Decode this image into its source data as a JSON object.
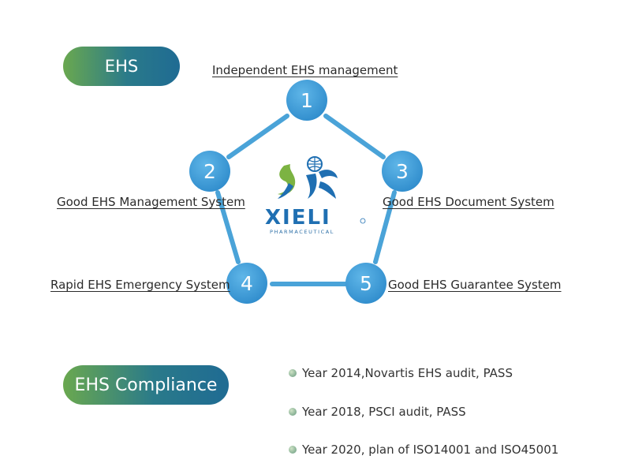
{
  "header_pill": {
    "label": "EHS"
  },
  "pentagon": {
    "nodes": [
      {
        "number": "1",
        "label": "Independent EHS management"
      },
      {
        "number": "2",
        "label": "Good EHS Management System"
      },
      {
        "number": "3",
        "label": "Good EHS Document System"
      },
      {
        "number": "4",
        "label": "Rapid EHS Emergency System"
      },
      {
        "number": "5",
        "label": "Good EHS Guarantee System"
      }
    ],
    "colors": {
      "node": "#3d9ad6",
      "edge": "#4aa3d8"
    }
  },
  "logo": {
    "wordmark": "XIELI",
    "subtitle": "PHARMACEUTICAL"
  },
  "compliance_pill": {
    "label": "EHS Compliance"
  },
  "compliance_items": [
    "Year 2014,Novartis EHS audit, PASS",
    "Year 2018, PSCI audit, PASS",
    "Year 2020, plan of ISO14001 and ISO45001"
  ]
}
